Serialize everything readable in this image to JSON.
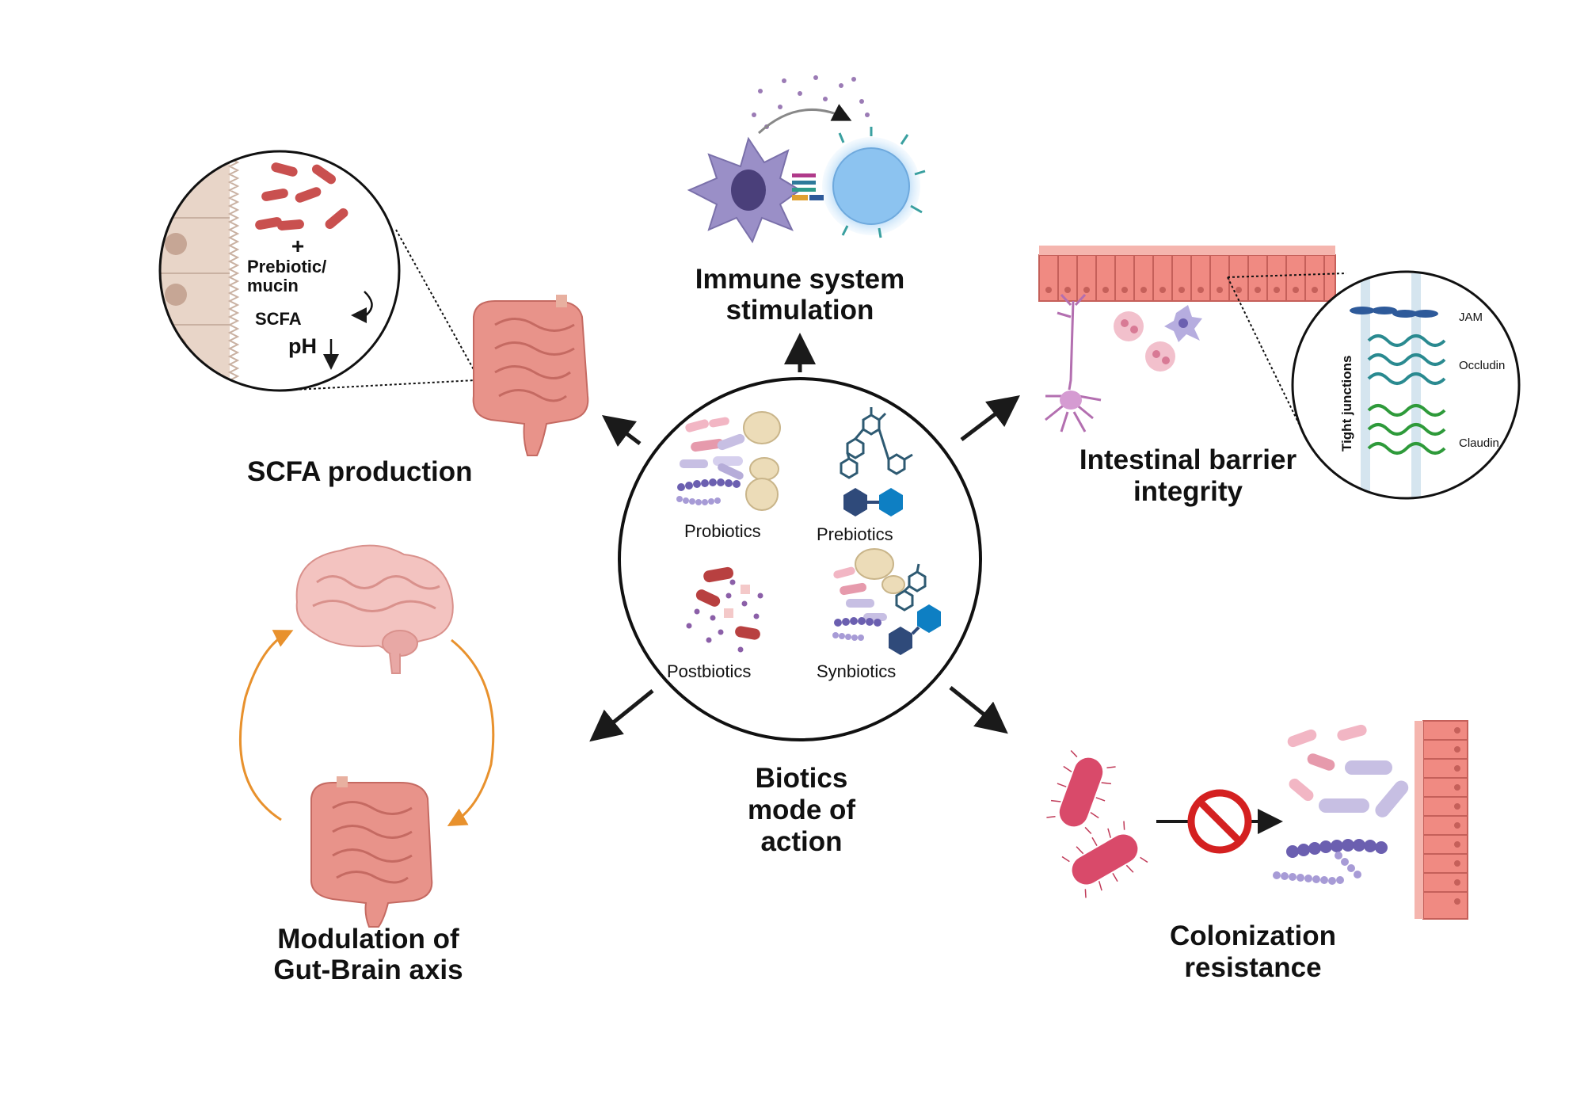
{
  "center": {
    "title_lines": [
      "Biotics",
      "mode of",
      "action"
    ],
    "quadrants": {
      "probiotics": "Probiotics",
      "prebiotics": "Prebiotics",
      "postbiotics": "Postbiotics",
      "synbiotics": "Synbiotics"
    }
  },
  "mechanisms": {
    "immune": {
      "lines": [
        "Immune system",
        "stimulation"
      ]
    },
    "scfa": {
      "label": "SCFA production",
      "inset": {
        "prebiotic_line1": "Prebiotic/",
        "prebiotic_line2": "mucin",
        "scfa": "SCFA",
        "ph": "pH",
        "plus_symbol": "+"
      }
    },
    "barrier": {
      "lines": [
        "Intestinal barrier",
        "integrity"
      ],
      "inset": {
        "vertical_label": "Tight junctions",
        "jam": "JAM",
        "occludin": "Occludin",
        "claudin": "Claudin"
      }
    },
    "gut_brain": {
      "lines": [
        "Modulation of",
        "Gut-Brain axis"
      ]
    },
    "colonization": {
      "lines": [
        "Colonization",
        "resistance"
      ]
    }
  },
  "colors": {
    "arrow": "#1a1a1a",
    "orange_cycle": "#e8912d",
    "gut": "#e8938a",
    "epithelium": "#f08a82",
    "bacteria_red": "#c9504f",
    "purple": "#8a7fc0",
    "hexagon_blue": "#1f5f8f",
    "no_sign": "#d42020"
  }
}
